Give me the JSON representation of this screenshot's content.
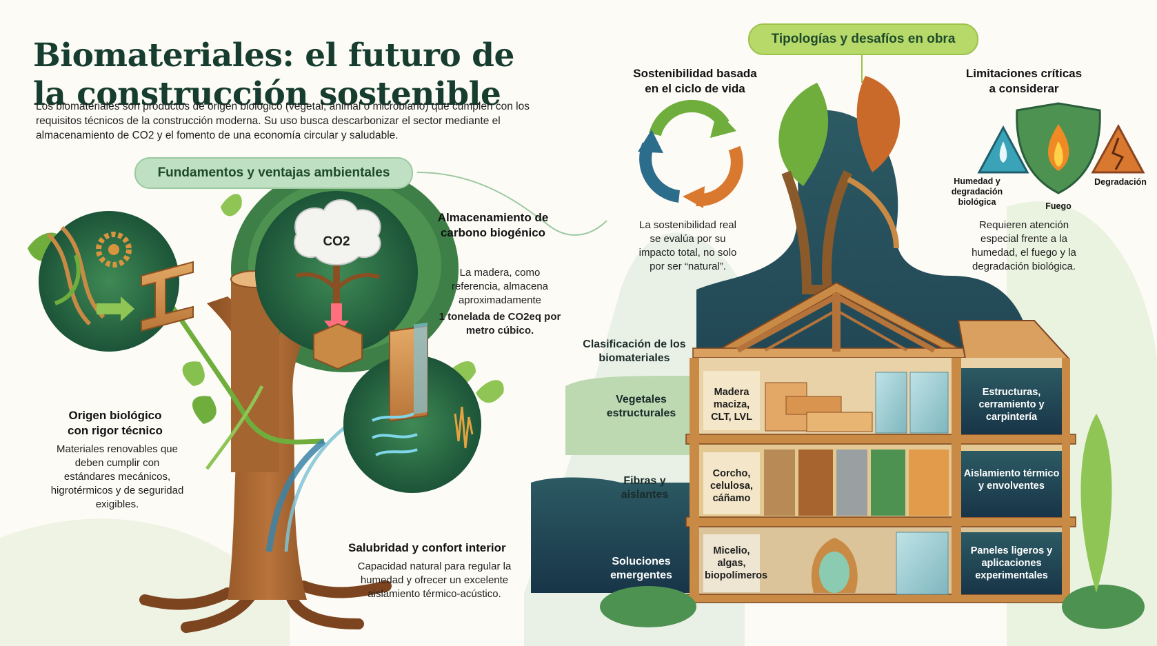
{
  "title": {
    "line1": "Biomateriales: el futuro de",
    "line2": "la construcción sostenible"
  },
  "intro": "Los biomateriales son productos de origen biológico (vegetal, animal o microbiano) que cumplen con los requisitos técnicos de la construcción moderna. Su uso busca descarbonizar el sector mediante el almacenamiento de CO2 y el fomento de una economía circular y saludable.",
  "left_section": {
    "pill": "Fundamentos y ventajas ambientales",
    "co2_label": "CO2",
    "carbon": {
      "heading_line1": "Almacenamiento de",
      "heading_line2": "carbono biogénico",
      "text": "La madera, como referencia, almacena aproximadamente",
      "highlight": "1 tonelada de CO2eq por metro cúbico."
    },
    "origin": {
      "heading_line1": "Origen biológico",
      "heading_line2": "con rigor técnico",
      "text": "Materiales renovables que deben cumplir con estándares mecánicos, higrotérmicos y de seguridad exigibles."
    },
    "health": {
      "heading": "Salubridad y confort interior",
      "text": "Capacidad natural para regular la humedad y ofrecer un excelente aislamiento térmico-acústico."
    }
  },
  "right_section": {
    "pill": "Tipologías y desafíos en obra",
    "lifecycle": {
      "heading_line1": "Sostenibilidad basada",
      "heading_line2": "en el ciclo de vida",
      "text": "La sostenibilidad real se evalúa por su impacto total, no solo por ser “natural”."
    },
    "limits": {
      "heading_line1": "Limitaciones críticas",
      "heading_line2": "a considerar",
      "risk_moisture": "Humedad y degradación biológica",
      "risk_fire": "Fuego",
      "risk_degradation": "Degradación",
      "text": "Requieren atención especial frente a la humedad, el fuego y la degradación biológica."
    },
    "classification_heading": "Clasificación de los biomateriales",
    "rows": [
      {
        "label": "Vegetales estructurales",
        "materials": "Madera maciza, CLT, LVL",
        "uses": "Estructuras, cerramiento y carpintería"
      },
      {
        "label": "Fibras y aislantes",
        "materials": "Corcho, celulosa, cáñamo",
        "uses": "Aislamiento térmico y envolventes"
      },
      {
        "label": "Soluciones emergentes",
        "materials": "Micelio, algas, biopolímeros",
        "uses": "Paneles ligeros y aplicaciones experimentales"
      }
    ]
  },
  "colors": {
    "forest": "#163d2f",
    "leaf": "#6fae3c",
    "wood": "#c98a45",
    "navy": "#1f3d52",
    "mint": "#bfe0c2",
    "lime": "#b6d96a"
  }
}
